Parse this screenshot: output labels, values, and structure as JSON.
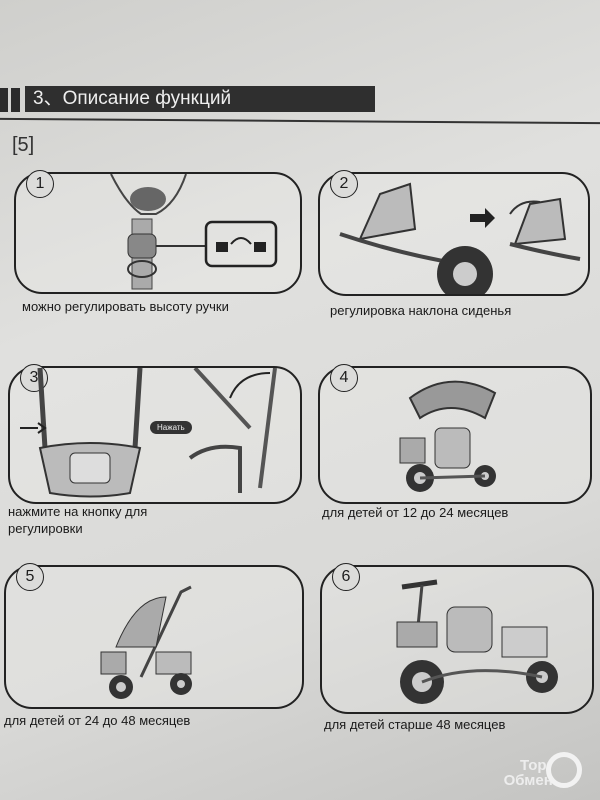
{
  "header": {
    "title": "3、Описание функций",
    "section": "[5]"
  },
  "panels": [
    {
      "number": "1",
      "caption": "можно регулировать высоту ручки"
    },
    {
      "number": "2",
      "caption": "регулировка наклона сиденья"
    },
    {
      "number": "3",
      "caption_line1": "нажмите на кнопку для",
      "caption_line2": "регулировки",
      "button_label": "Нажать"
    },
    {
      "number": "4",
      "caption": "для детей от 12 до 24 месяцев"
    },
    {
      "number": "5",
      "caption": "для детей от 24 до 48 месяцев"
    },
    {
      "number": "6",
      "caption": "для детей старше 48 месяцев"
    }
  ],
  "watermark": {
    "line1": "Торг",
    "line2": "Обмен"
  }
}
